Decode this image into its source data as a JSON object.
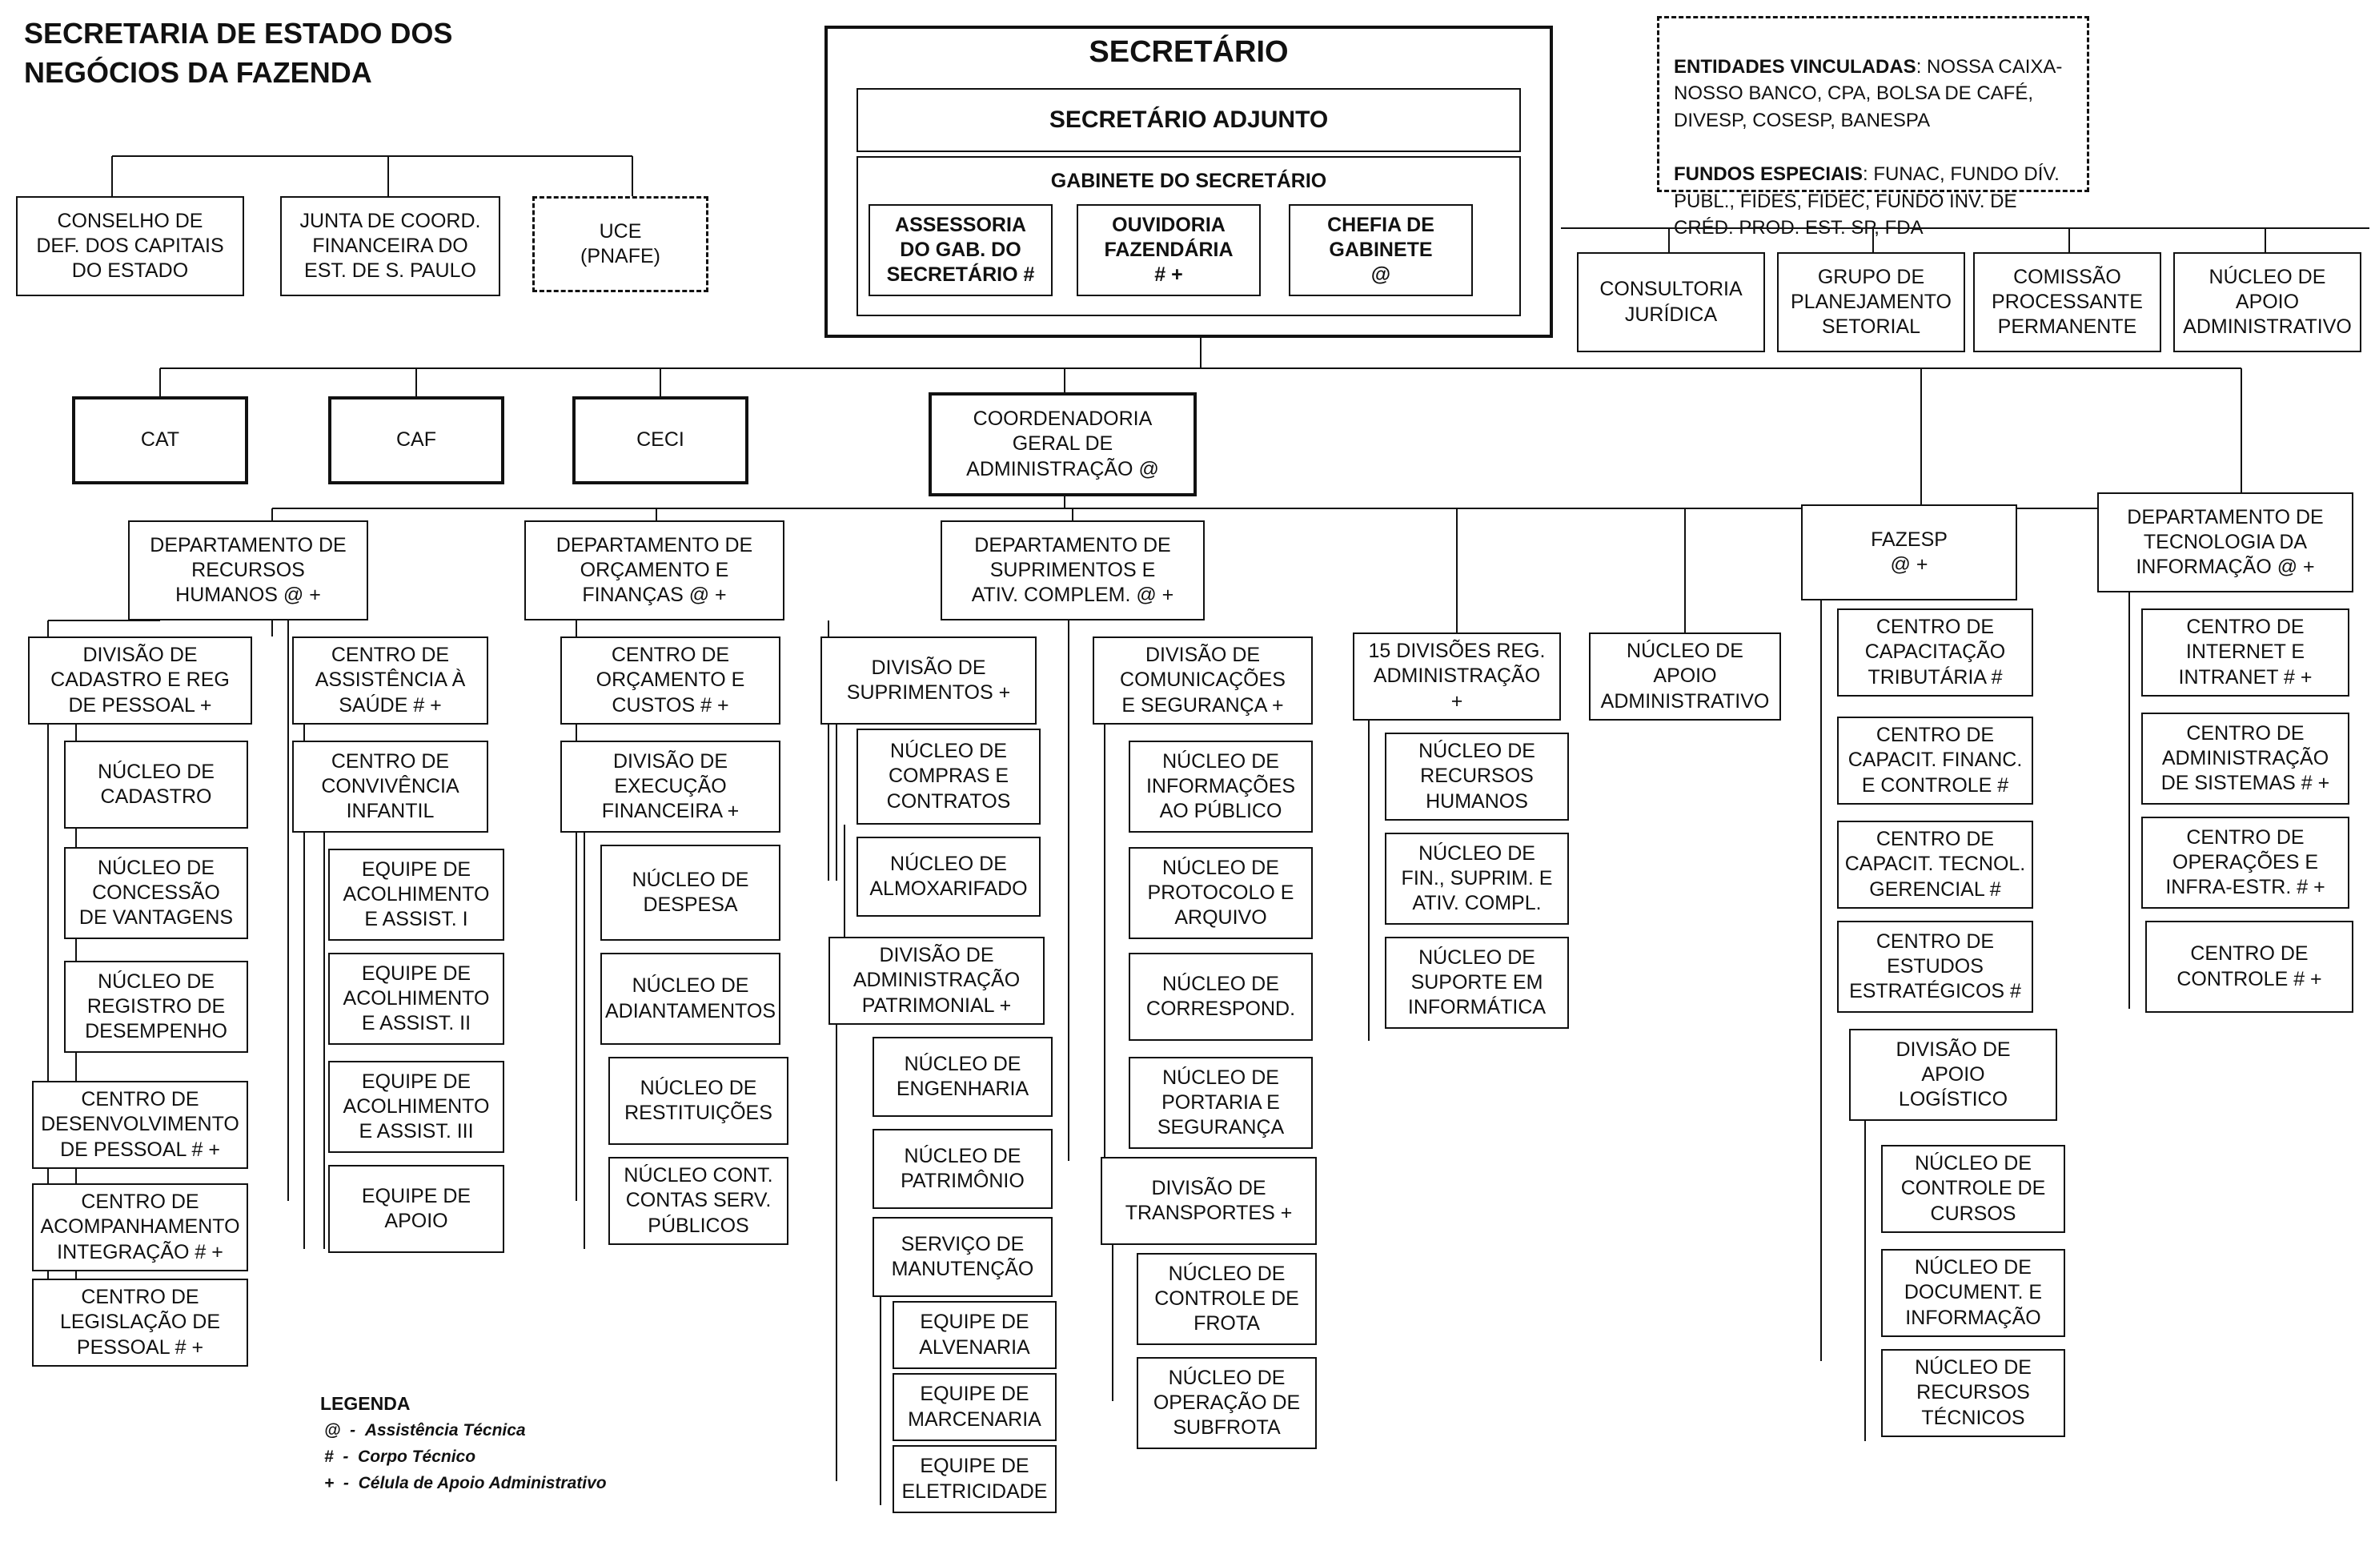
{
  "title": "SECRETARIA DE ESTADO DOS\nNEGÓCIOS DA FAZENDA",
  "entidades": {
    "label1": "ENTIDADES VINCULADAS",
    "text1": ": NOSSA CAIXA-NOSSO BANCO, CPA, BOLSA DE CAFÉ, DIVESP, COSESP, BANESPA",
    "label2": "FUNDOS ESPECIAIS",
    "text2": ": FUNAC, FUNDO DÍV. PUBL., FIDES, FIDEC, FUNDO INV. DE CRÉD. PROD. EST. SP, FDA"
  },
  "nodes": {
    "secretario": "SECRETÁRIO",
    "adjunto": "SECRETÁRIO ADJUNTO",
    "gabinete": "GABINETE DO SECRETÁRIO",
    "assessoria": "ASSESSORIA\nDO GAB. DO\nSECRETÁRIO #",
    "ouvidoria": "OUVIDORIA\nFAZENDÁRIA\n# +",
    "chefia": "CHEFIA DE\nGABINETE\n@",
    "conselho": "CONSELHO DE\nDEF. DOS CAPITAIS\nDO ESTADO",
    "junta": "JUNTA DE COORD.\nFINANCEIRA DO\nEST. DE S. PAULO",
    "uce": "UCE\n(PNAFE)",
    "consultoria": "CONSULTORIA\nJURÍDICA",
    "grupo": "GRUPO DE\nPLANEJAMENTO\nSETORIAL",
    "comissao": "COMISSÃO\nPROCESSANTE\nPERMANENTE",
    "nucleo_apoio_adm_top": "NÚCLEO DE\nAPOIO\nADMINISTRATIVO",
    "cat": "CAT",
    "caf": "CAF",
    "ceci": "CECI",
    "cga": "COORDENADORIA\nGERAL DE\nADMINISTRAÇÃO @",
    "drh": "DEPARTAMENTO DE\nRECURSOS\nHUMANOS @ +",
    "div_cadastro": "DIVISÃO DE\nCADASTRO E REG\nDE PESSOAL +",
    "nuc_cadastro": "NÚCLEO DE\nCADASTRO",
    "nuc_concessao": "NÚCLEO DE\nCONCESSÃO\nDE VANTAGENS",
    "nuc_registro": "NÚCLEO DE\nREGISTRO DE\nDESEMPENHO",
    "centro_desenv": "CENTRO DE\nDESENVOLVIMENTO\nDE PESSOAL # +",
    "centro_acomp": "CENTRO DE\nACOMPANHAMENTO\nINTEGRAÇÃO # +",
    "centro_legis": "CENTRO DE\nLEGISLAÇÃO DE\nPESSOAL # +",
    "centro_assist": "CENTRO DE\nASSISTÊNCIA À\nSAÚDE # +",
    "centro_conviv": "CENTRO DE\nCONVIVÊNCIA\nINFANTIL",
    "eq_acolh1": "EQUIPE DE\nACOLHIMENTO\nE ASSIST. I",
    "eq_acolh2": "EQUIPE DE\nACOLHIMENTO\nE ASSIST. II",
    "eq_acolh3": "EQUIPE DE\nACOLHIMENTO\nE ASSIST. III",
    "eq_apoio": "EQUIPE DE\nAPOIO",
    "dof": "DEPARTAMENTO DE\nORÇAMENTO E\nFINANÇAS @ +",
    "centro_orc": "CENTRO DE\nORÇAMENTO E\nCUSTOS # +",
    "div_exec": "DIVISÃO DE\nEXECUÇÃO\nFINANCEIRA +",
    "nuc_despesa": "NÚCLEO DE\nDESPESA",
    "nuc_adiant": "NÚCLEO DE\nADIANTAMENTOS",
    "nuc_restit": "NÚCLEO DE\nRESTITUIÇÕES",
    "nuc_contas": "NÚCLEO CONT.\nCONTAS SERV.\nPÚBLICOS",
    "dsac": "DEPARTAMENTO DE\nSUPRIMENTOS E\nATIV. COMPLEM. @ +",
    "div_supr": "DIVISÃO DE\nSUPRIMENTOS +",
    "nuc_compras": "NÚCLEO DE\nCOMPRAS E\nCONTRATOS",
    "nuc_almox": "NÚCLEO DE\nALMOXARIFADO",
    "div_adm_patr": "DIVISÃO DE\nADMINISTRAÇÃO\nPATRIMONIAL +",
    "nuc_eng": "NÚCLEO DE\nENGENHARIA",
    "nuc_patr": "NÚCLEO DE\nPATRIMÔNIO",
    "serv_manut": "SERVIÇO DE\nMANUTENÇÃO",
    "eq_alven": "EQUIPE DE\nALVENARIA",
    "eq_marcen": "EQUIPE DE\nMARCENARIA",
    "eq_eletr": "EQUIPE DE\nELETRICIDADE",
    "div_comun": "DIVISÃO DE\nCOMUNICAÇÕES\nE SEGURANÇA +",
    "nuc_inform": "NÚCLEO DE\nINFORMAÇÕES\nAO PÚBLICO",
    "nuc_protoc": "NÚCLEO DE\nPROTOCOLO E\nARQUIVO",
    "nuc_corresp": "NÚCLEO DE\nCORRESPOND.",
    "nuc_portaria": "NÚCLEO DE\nPORTARIA E\nSEGURANÇA",
    "div_transp": "DIVISÃO DE\nTRANSPORTES +",
    "nuc_frota": "NÚCLEO DE\nCONTROLE DE\nFROTA",
    "nuc_subfrota": "NÚCLEO DE\nOPERAÇÃO DE\nSUBFROTA",
    "div_reg": "15 DIVISÕES REG.\nADMINISTRAÇÃO\n+",
    "nuc_rh": "NÚCLEO DE\nRECURSOS\nHUMANOS",
    "nuc_fin": "NÚCLEO DE\nFIN., SUPRIM. E\nATIV. COMPL.",
    "nuc_suporte": "NÚCLEO DE\nSUPORTE EM\nINFORMÁTICA",
    "nuc_apoio_adm_mid": "NÚCLEO DE\nAPOIO\nADMINISTRATIVO",
    "fazesp": "FAZESP\n@ +",
    "centro_cap_trib": "CENTRO DE\nCAPACITAÇÃO\nTRIBUTÁRIA #",
    "centro_cap_fin": "CENTRO DE\nCAPACIT. FINANC.\nE CONTROLE #",
    "centro_cap_tec": "CENTRO DE\nCAPACIT. TECNOL.\nGERENCIAL #",
    "centro_estudos": "CENTRO DE\nESTUDOS\nESTRATÉGICOS #",
    "div_apoio_log": "DIVISÃO DE\nAPOIO\nLOGÍSTICO",
    "nuc_ctrl_cursos": "NÚCLEO DE\nCONTROLE DE\nCURSOS",
    "nuc_doc": "NÚCLEO DE\nDOCUMENT. E\nINFORMAÇÃO",
    "nuc_rec_tec": "NÚCLEO DE\nRECURSOS\nTÉCNICOS",
    "dti": "DEPARTAMENTO DE\nTECNOLOGIA DA\nINFORMAÇÃO @ +",
    "centro_internet": "CENTRO DE\nINTERNET E\nINTRANET # +",
    "centro_adm_sist": "CENTRO DE\nADMINISTRAÇÃO\nDE SISTEMAS # +",
    "centro_oper": "CENTRO DE\nOPERAÇÕES E\nINFRA-ESTR. # +",
    "centro_controle": "CENTRO DE\nCONTROLE # +"
  },
  "legend": {
    "title": "LEGENDA",
    "items": [
      {
        "symbol": "@",
        "text": "Assistência Técnica"
      },
      {
        "symbol": "#",
        "text": "Corpo Técnico"
      },
      {
        "symbol": "+",
        "text": "Célula de Apoio Administrativo"
      }
    ]
  }
}
